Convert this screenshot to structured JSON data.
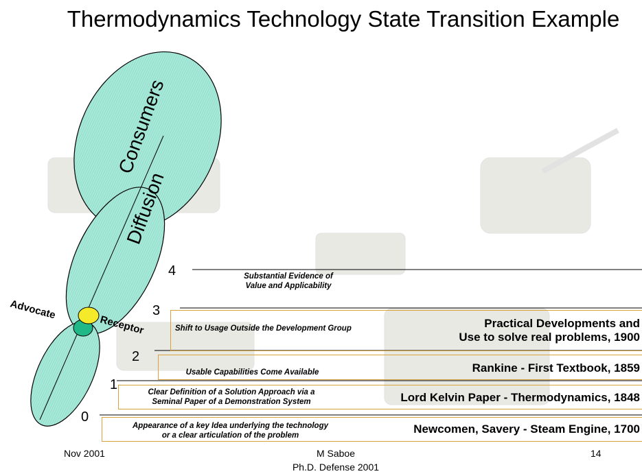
{
  "title": "Thermodynamics Technology State Transition Example",
  "labels": {
    "consumers": "Consumers",
    "diffusion": "Diffusion",
    "advocate": "Advocate",
    "receptor": "Receptor"
  },
  "levels": [
    {
      "number": "4",
      "description": "Substantial Evidence of Value and Applicability",
      "example": ""
    },
    {
      "number": "3",
      "description": "Shift to Usage Outside the Development Group",
      "example": "Practical Developments and Use to solve real problems, 1900"
    },
    {
      "number": "2",
      "description": "Usable Capabilities Come Available",
      "example": "Rankine - First Textbook, 1859"
    },
    {
      "number": "1",
      "description": "Clear Definition of a Solution Approach via a Seminal Paper of a Demonstration System",
      "example": "Lord Kelvin Paper - Thermodynamics, 1848"
    },
    {
      "number": "0",
      "description": "Appearance of a key Idea underlying the technology or a clear articulation of the problem",
      "example": "Newcomen, Savery - Steam Engine, 1700"
    }
  ],
  "footer": {
    "date": "Nov  2001",
    "author": "M Saboe",
    "event": "Ph.D. Defense 2001",
    "page": "14"
  },
  "colors": {
    "ellipse_fill": "#9ee3d2",
    "advocate_fill": "#f4ea2a",
    "receptor_fill": "#1fb886",
    "box_border": "#d9a23c"
  }
}
